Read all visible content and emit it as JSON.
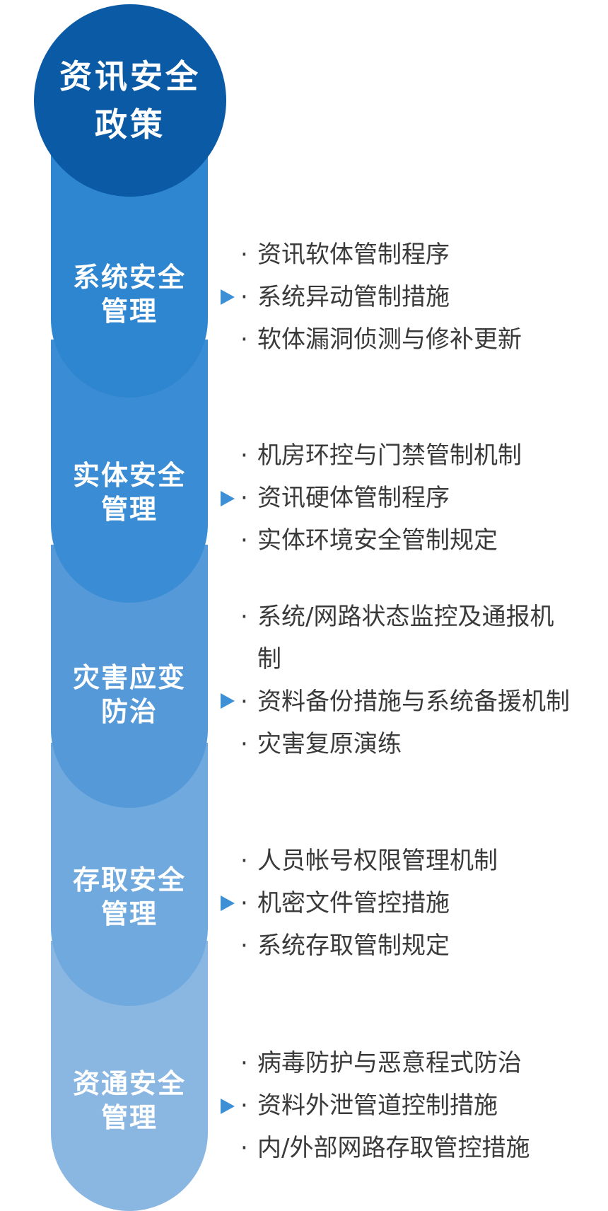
{
  "colors": {
    "top": "#0a5aa6",
    "arrow": "#3d8fd6",
    "segments": [
      "#2f86d0",
      "#3a8dd4",
      "#5599d8",
      "#6fa9de",
      "#8ab6e2"
    ]
  },
  "top": {
    "title_line1": "资讯安全",
    "title_line2": "政策"
  },
  "sections": [
    {
      "label_line1": "系统安全",
      "label_line2": "管理",
      "items": [
        "资讯软体管制程序",
        "系统异动管制措施",
        "软体漏洞侦测与修补更新"
      ]
    },
    {
      "label_line1": "实体安全",
      "label_line2": "管理",
      "items": [
        "机房环控与门禁管制机制",
        "资讯硬体管制程序",
        "实体环境安全管制规定"
      ]
    },
    {
      "label_line1": "灾害应变",
      "label_line2": "防治",
      "items": [
        "系统/网路状态监控及通报机制",
        "资料备份措施与系统备援机制",
        "灾害复原演练"
      ]
    },
    {
      "label_line1": "存取安全",
      "label_line2": "管理",
      "items": [
        "人员帐号权限管理机制",
        "机密文件管控措施",
        "系统存取管制规定"
      ]
    },
    {
      "label_line1": "资通安全",
      "label_line2": "管理",
      "items": [
        "病毒防护与恶意程式防治",
        "资料外泄管道控制措施",
        "内/外部网路存取管控措施"
      ]
    }
  ]
}
